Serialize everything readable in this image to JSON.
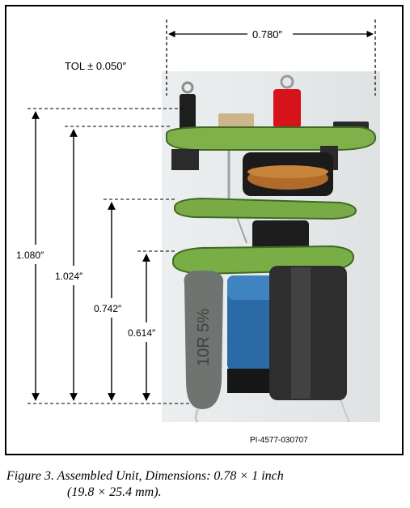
{
  "figure": {
    "part_number": "PI-4577-030707",
    "caption_line1": "Figure 3.  Assembled Unit, Dimensions: 0.78 × 1 inch",
    "caption_line2": "(19.8 × 25.4 mm)."
  },
  "dimensions": {
    "tolerance": "TOL ± 0.050″",
    "width": "0.780″",
    "height_total": "1.080″",
    "height_top_board": "1.024″",
    "height_middle_board": "0.742″",
    "height_bottom_board": "0.614″"
  },
  "photo": {
    "resistor_marking": "10R 5%"
  }
}
